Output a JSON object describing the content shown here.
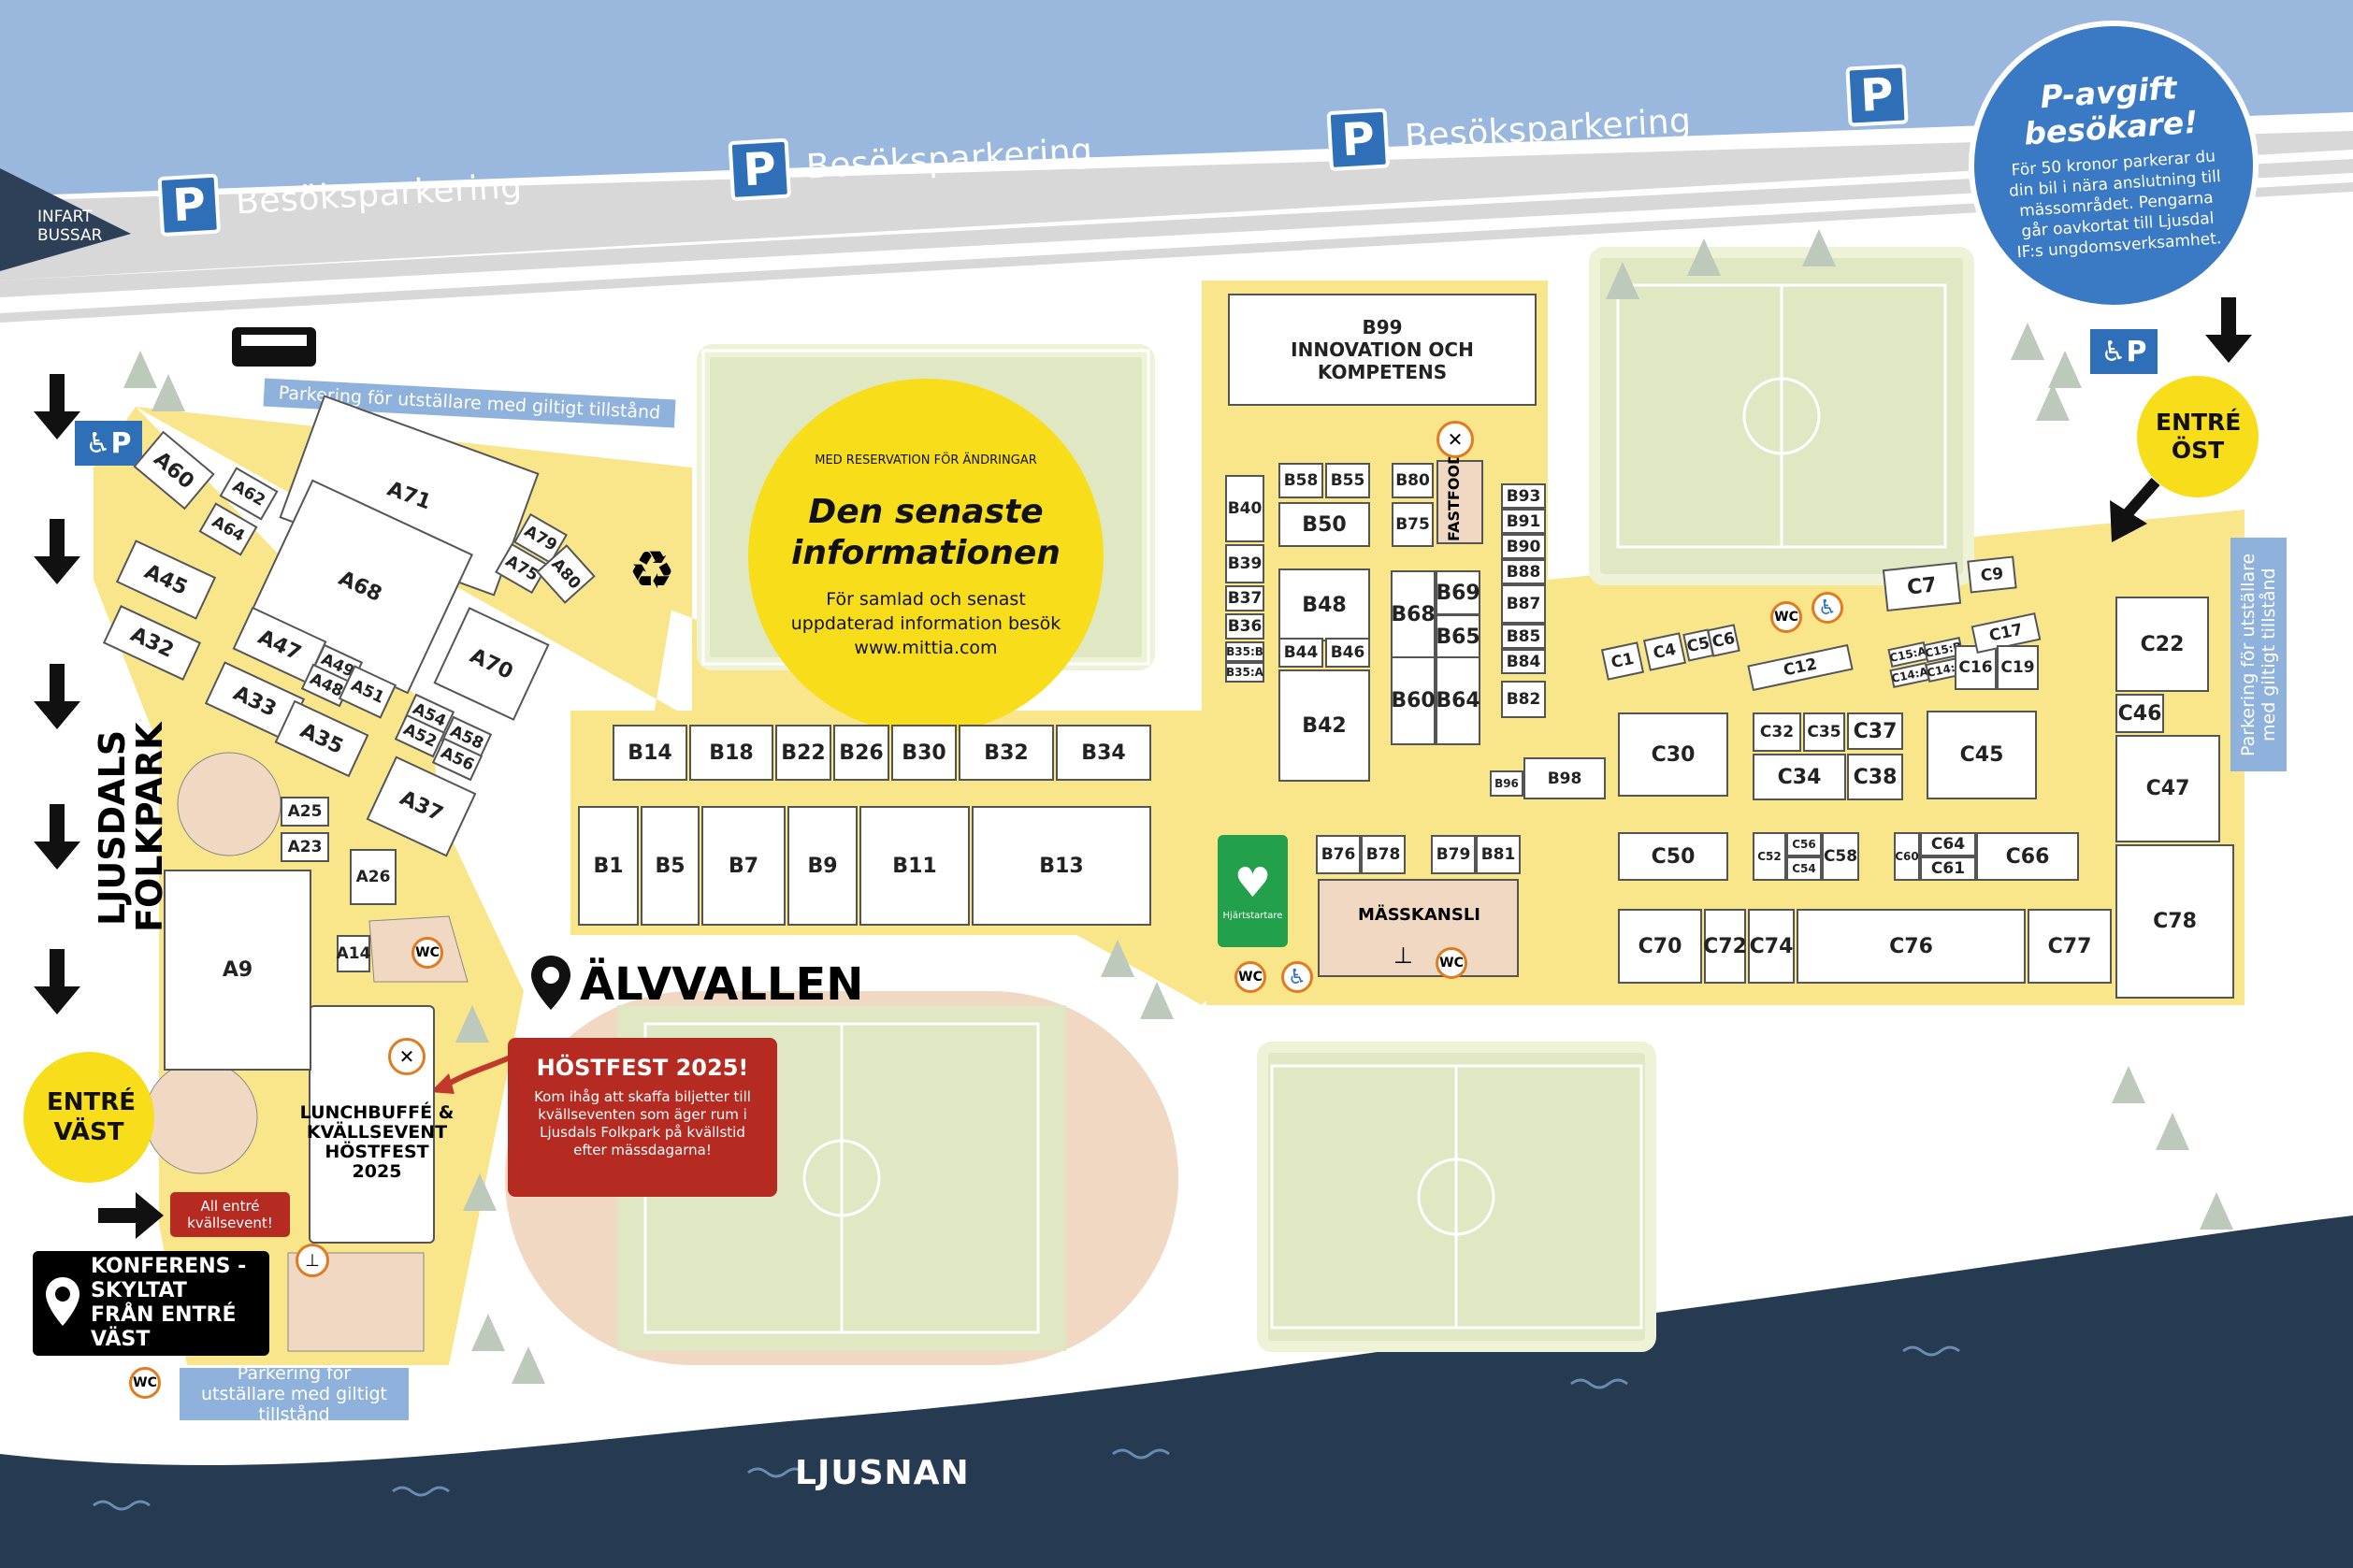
{
  "parking": {
    "label": "Besöksparkering",
    "p_letter": "P",
    "exhibitor_parking": "Parkering för utställare med giltigt tillstånd"
  },
  "bus_entry": "INFART BUSSAR",
  "fee": {
    "title": "P-avgift besökare!",
    "text": "För 50 kronor parkerar du din bil i nära anslutning till mässområdet. Pengarna går oavkortat till Ljusdal IF:s ungdomsverksamhet."
  },
  "info": {
    "note": "MED RESERVATION FÖR ÄNDRINGAR",
    "title": "Den senaste informationen",
    "text": "För samlad och senast uppdaterad information besök www.mittia.com"
  },
  "entrances": {
    "east": "ENTRÉ ÖST",
    "west": "ENTRÉ VÄST"
  },
  "places": {
    "folkpark": "LJUSDALS FOLKPARK",
    "alvvallen": "ÄLVVALLEN",
    "river": "LJUSNAN"
  },
  "hostfest": {
    "title": "HÖSTFEST 2025!",
    "text": "Kom ihåg att skaffa biljetter till kvällseventen som äger rum i Ljusdals Folkpark på kvällstid efter mässdagarna!"
  },
  "all_entrance": "All entré kvällsevent!",
  "conference": "KONFERENS - SKYLTAT FRÅN ENTRÉ VÄST",
  "lunch": "LUNCHBUFFÉ & KVÄLLSEVENT HÖSTFEST 2025",
  "b99": {
    "code": "B99",
    "name": "INNOVATION OCH KOMPETENS"
  },
  "fastfood": "FASTFOOD",
  "masskansli": "MÄSSKANSLI",
  "heartstarter": "Hjärtstartare",
  "wc": "WC",
  "booths_a": [
    "A60",
    "A62",
    "A64",
    "A71",
    "A68",
    "A79",
    "A75",
    "A80",
    "A45",
    "A32",
    "A47",
    "A49",
    "A48",
    "A51",
    "A70",
    "A33",
    "A35",
    "A54",
    "A52",
    "A58",
    "A56",
    "A37",
    "A25",
    "A23",
    "A26",
    "A9",
    "A14"
  ],
  "booths_b": [
    "B14",
    "B18",
    "B22",
    "B26",
    "B30",
    "B32",
    "B34",
    "B1",
    "B5",
    "B7",
    "B9",
    "B11",
    "B13",
    "B40",
    "B39",
    "B37",
    "B36",
    "B35:B",
    "B35:A",
    "B58",
    "B55",
    "B50",
    "B80",
    "B75",
    "B48",
    "B44",
    "B46",
    "B42",
    "B68",
    "B69",
    "B65",
    "B60",
    "B64",
    "B93",
    "B91",
    "B90",
    "B88",
    "B87",
    "B85",
    "B84",
    "B82",
    "B96",
    "B98",
    "B76",
    "B78",
    "B79",
    "B81"
  ],
  "booths_c": [
    "C1",
    "C4",
    "C5",
    "C6",
    "C7",
    "C9",
    "C12",
    "C15:A",
    "C15:B",
    "C14:A",
    "C14:B",
    "C16",
    "C17",
    "C19",
    "C22",
    "C46",
    "C47",
    "C30",
    "C32",
    "C35",
    "C37",
    "C34",
    "C38",
    "C45",
    "C50",
    "C52",
    "C56",
    "C54",
    "C58",
    "C60",
    "C64",
    "C61",
    "C66",
    "C70",
    "C72",
    "C74",
    "C76",
    "C77",
    "C78"
  ]
}
